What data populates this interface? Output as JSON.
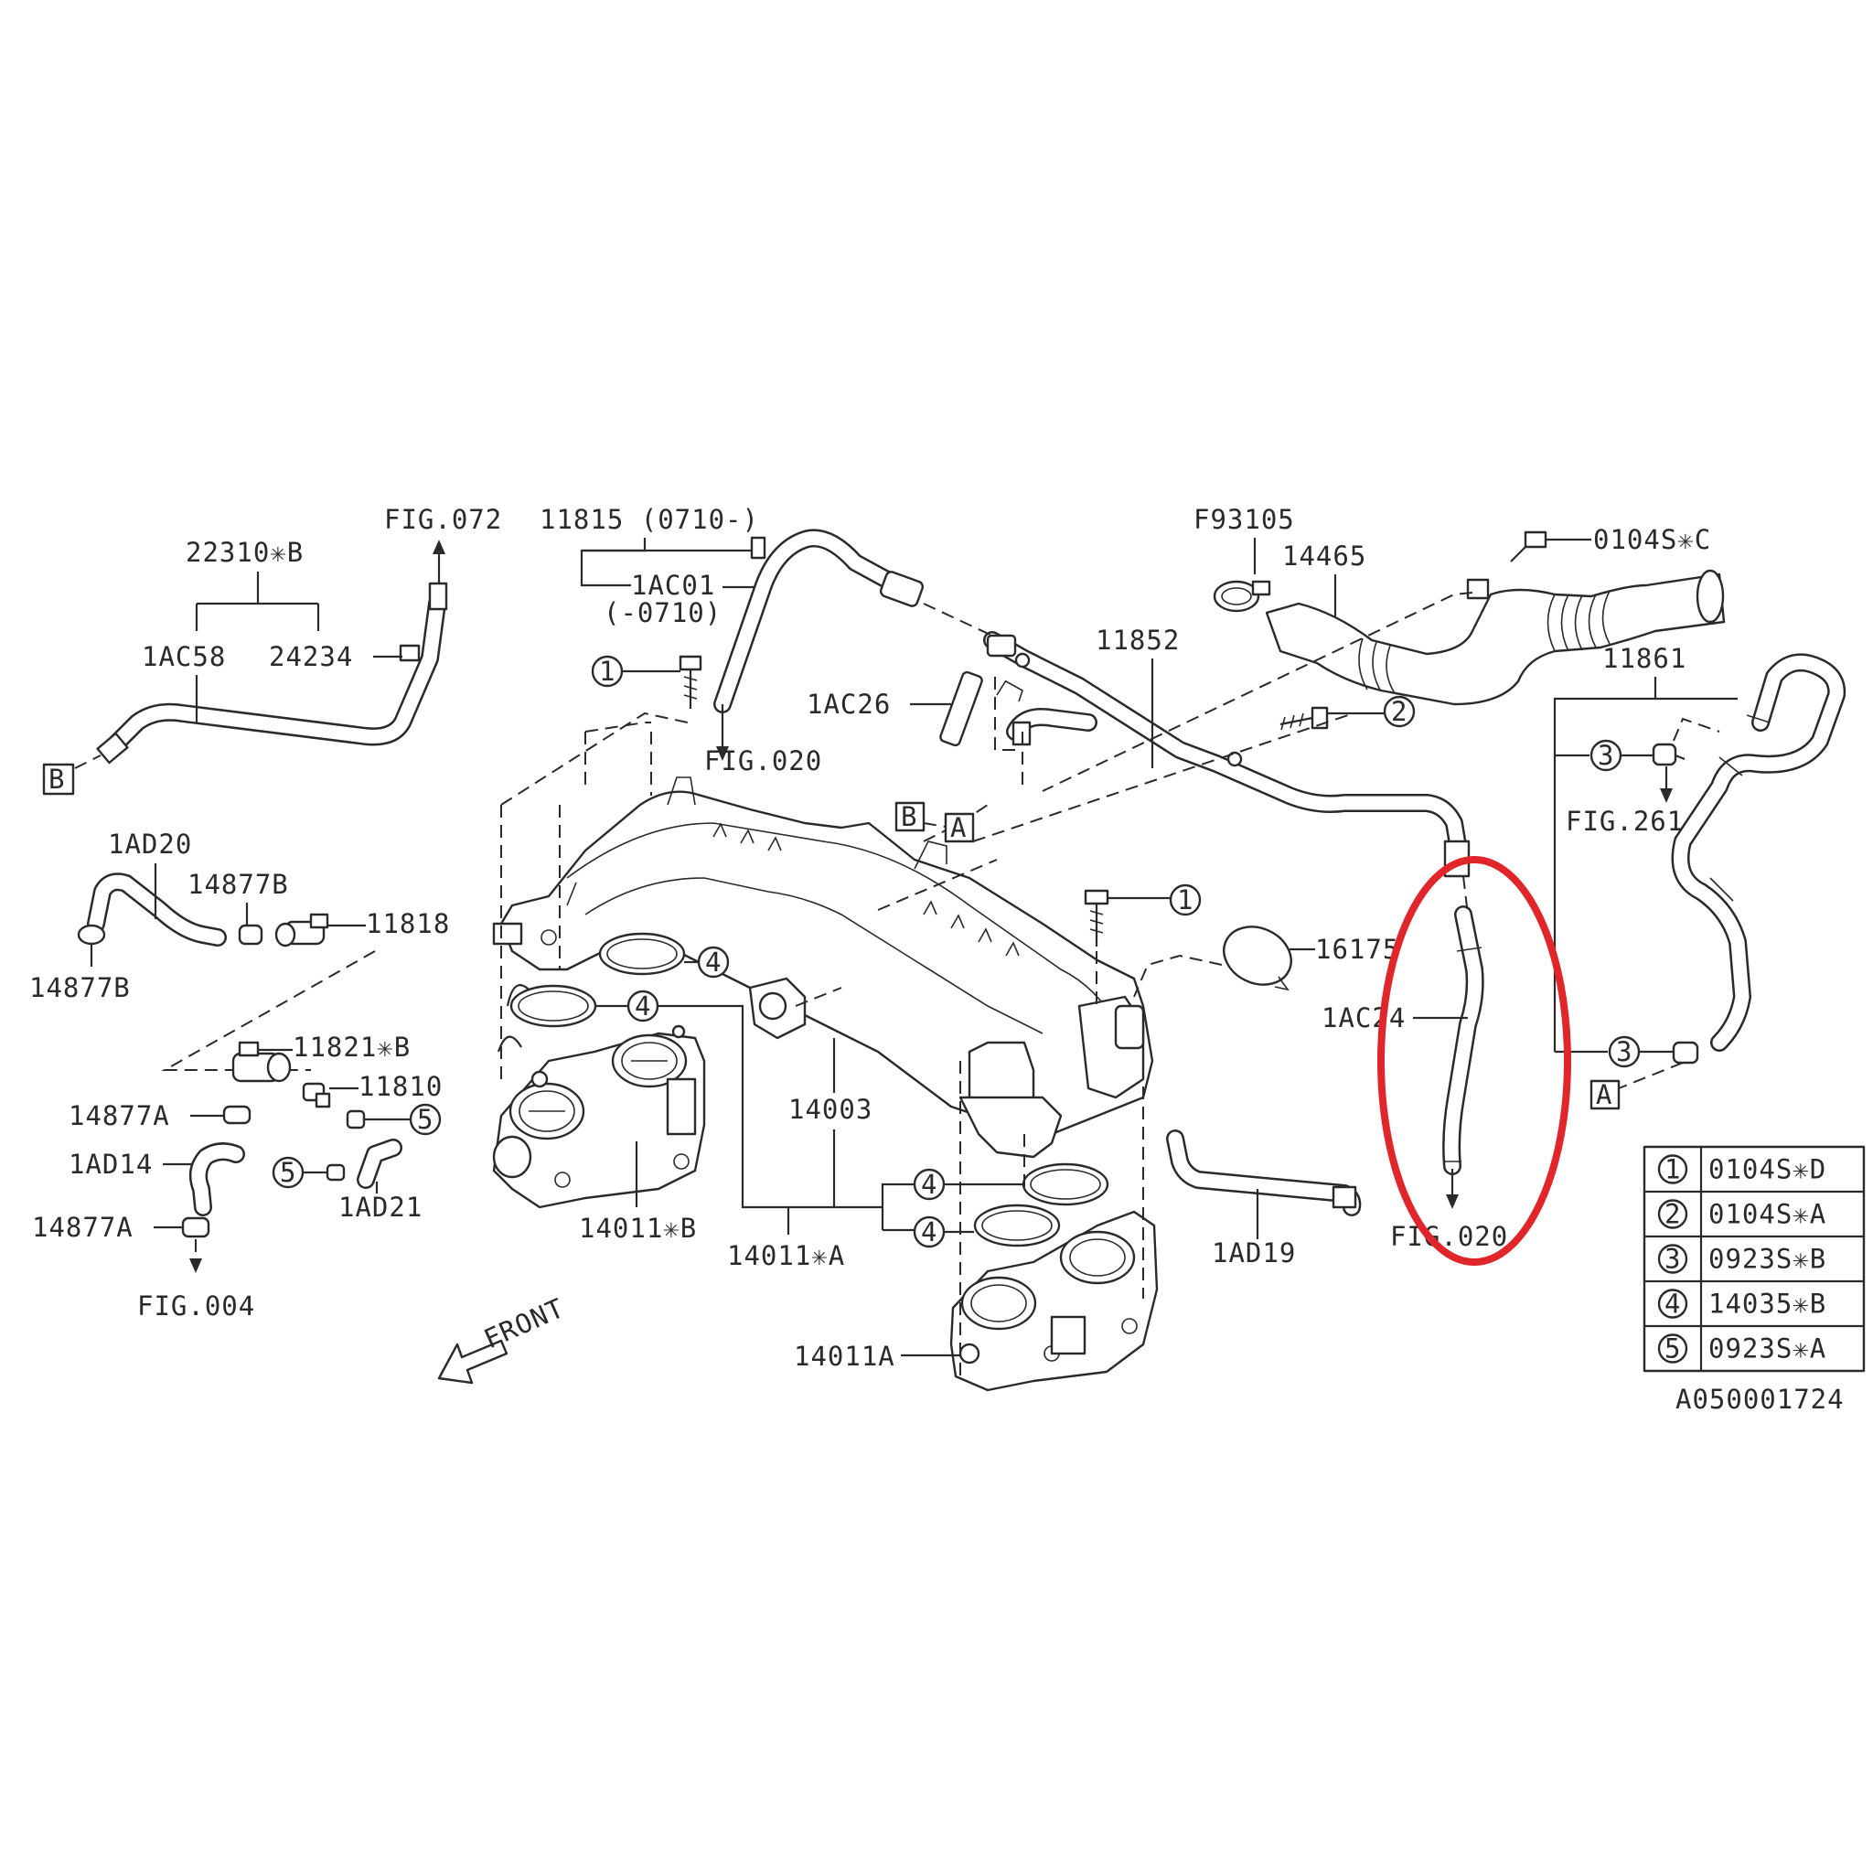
{
  "labels": {
    "fig072": "FIG.072",
    "p11815": "11815 (0710-)",
    "p22310b": "22310✳B",
    "p1ac01": "1AC01",
    "p1ac01_note": "(-0710)",
    "p1ac58": "1AC58",
    "p24234": "24234",
    "fig020_top": "FIG.020",
    "p1ac26": "1AC26",
    "pf93105": "F93105",
    "p14465": "14465",
    "p0104sc": "0104S✳C",
    "p11852": "11852",
    "p11861": "11861",
    "fig261": "FIG.261",
    "p1ad20": "1AD20",
    "p14877b_top": "14877B",
    "p11818": "11818",
    "p14877b_bot": "14877B",
    "p11821b": "11821✳B",
    "p11810": "11810",
    "p14877a_top": "14877A",
    "p1ad14": "1AD14",
    "p1ad21": "1AD21",
    "p14877a_bot": "14877A",
    "fig004": "FIG.004",
    "p16175": "16175",
    "p1ac24": "1AC24",
    "fig020_right": "FIG.020",
    "p14003": "14003",
    "p14011b": "14011✳B",
    "p14011a_star": "14011✳A",
    "p14011a": "14011A",
    "p1ad19": "1AD19",
    "front": "FRONT",
    "refA": "A",
    "refB": "B",
    "n1": "1",
    "n2": "2",
    "n3": "3",
    "n4": "4",
    "n5": "5"
  },
  "legend": [
    {
      "num": "1",
      "part": "0104S✳D"
    },
    {
      "num": "2",
      "part": "0104S✳A"
    },
    {
      "num": "3",
      "part": "0923S✳B"
    },
    {
      "num": "4",
      "part": "14035✳B"
    },
    {
      "num": "5",
      "part": "0923S✳A"
    }
  ],
  "diagram_code": "A050001724",
  "highlight_color": "#e0262b"
}
